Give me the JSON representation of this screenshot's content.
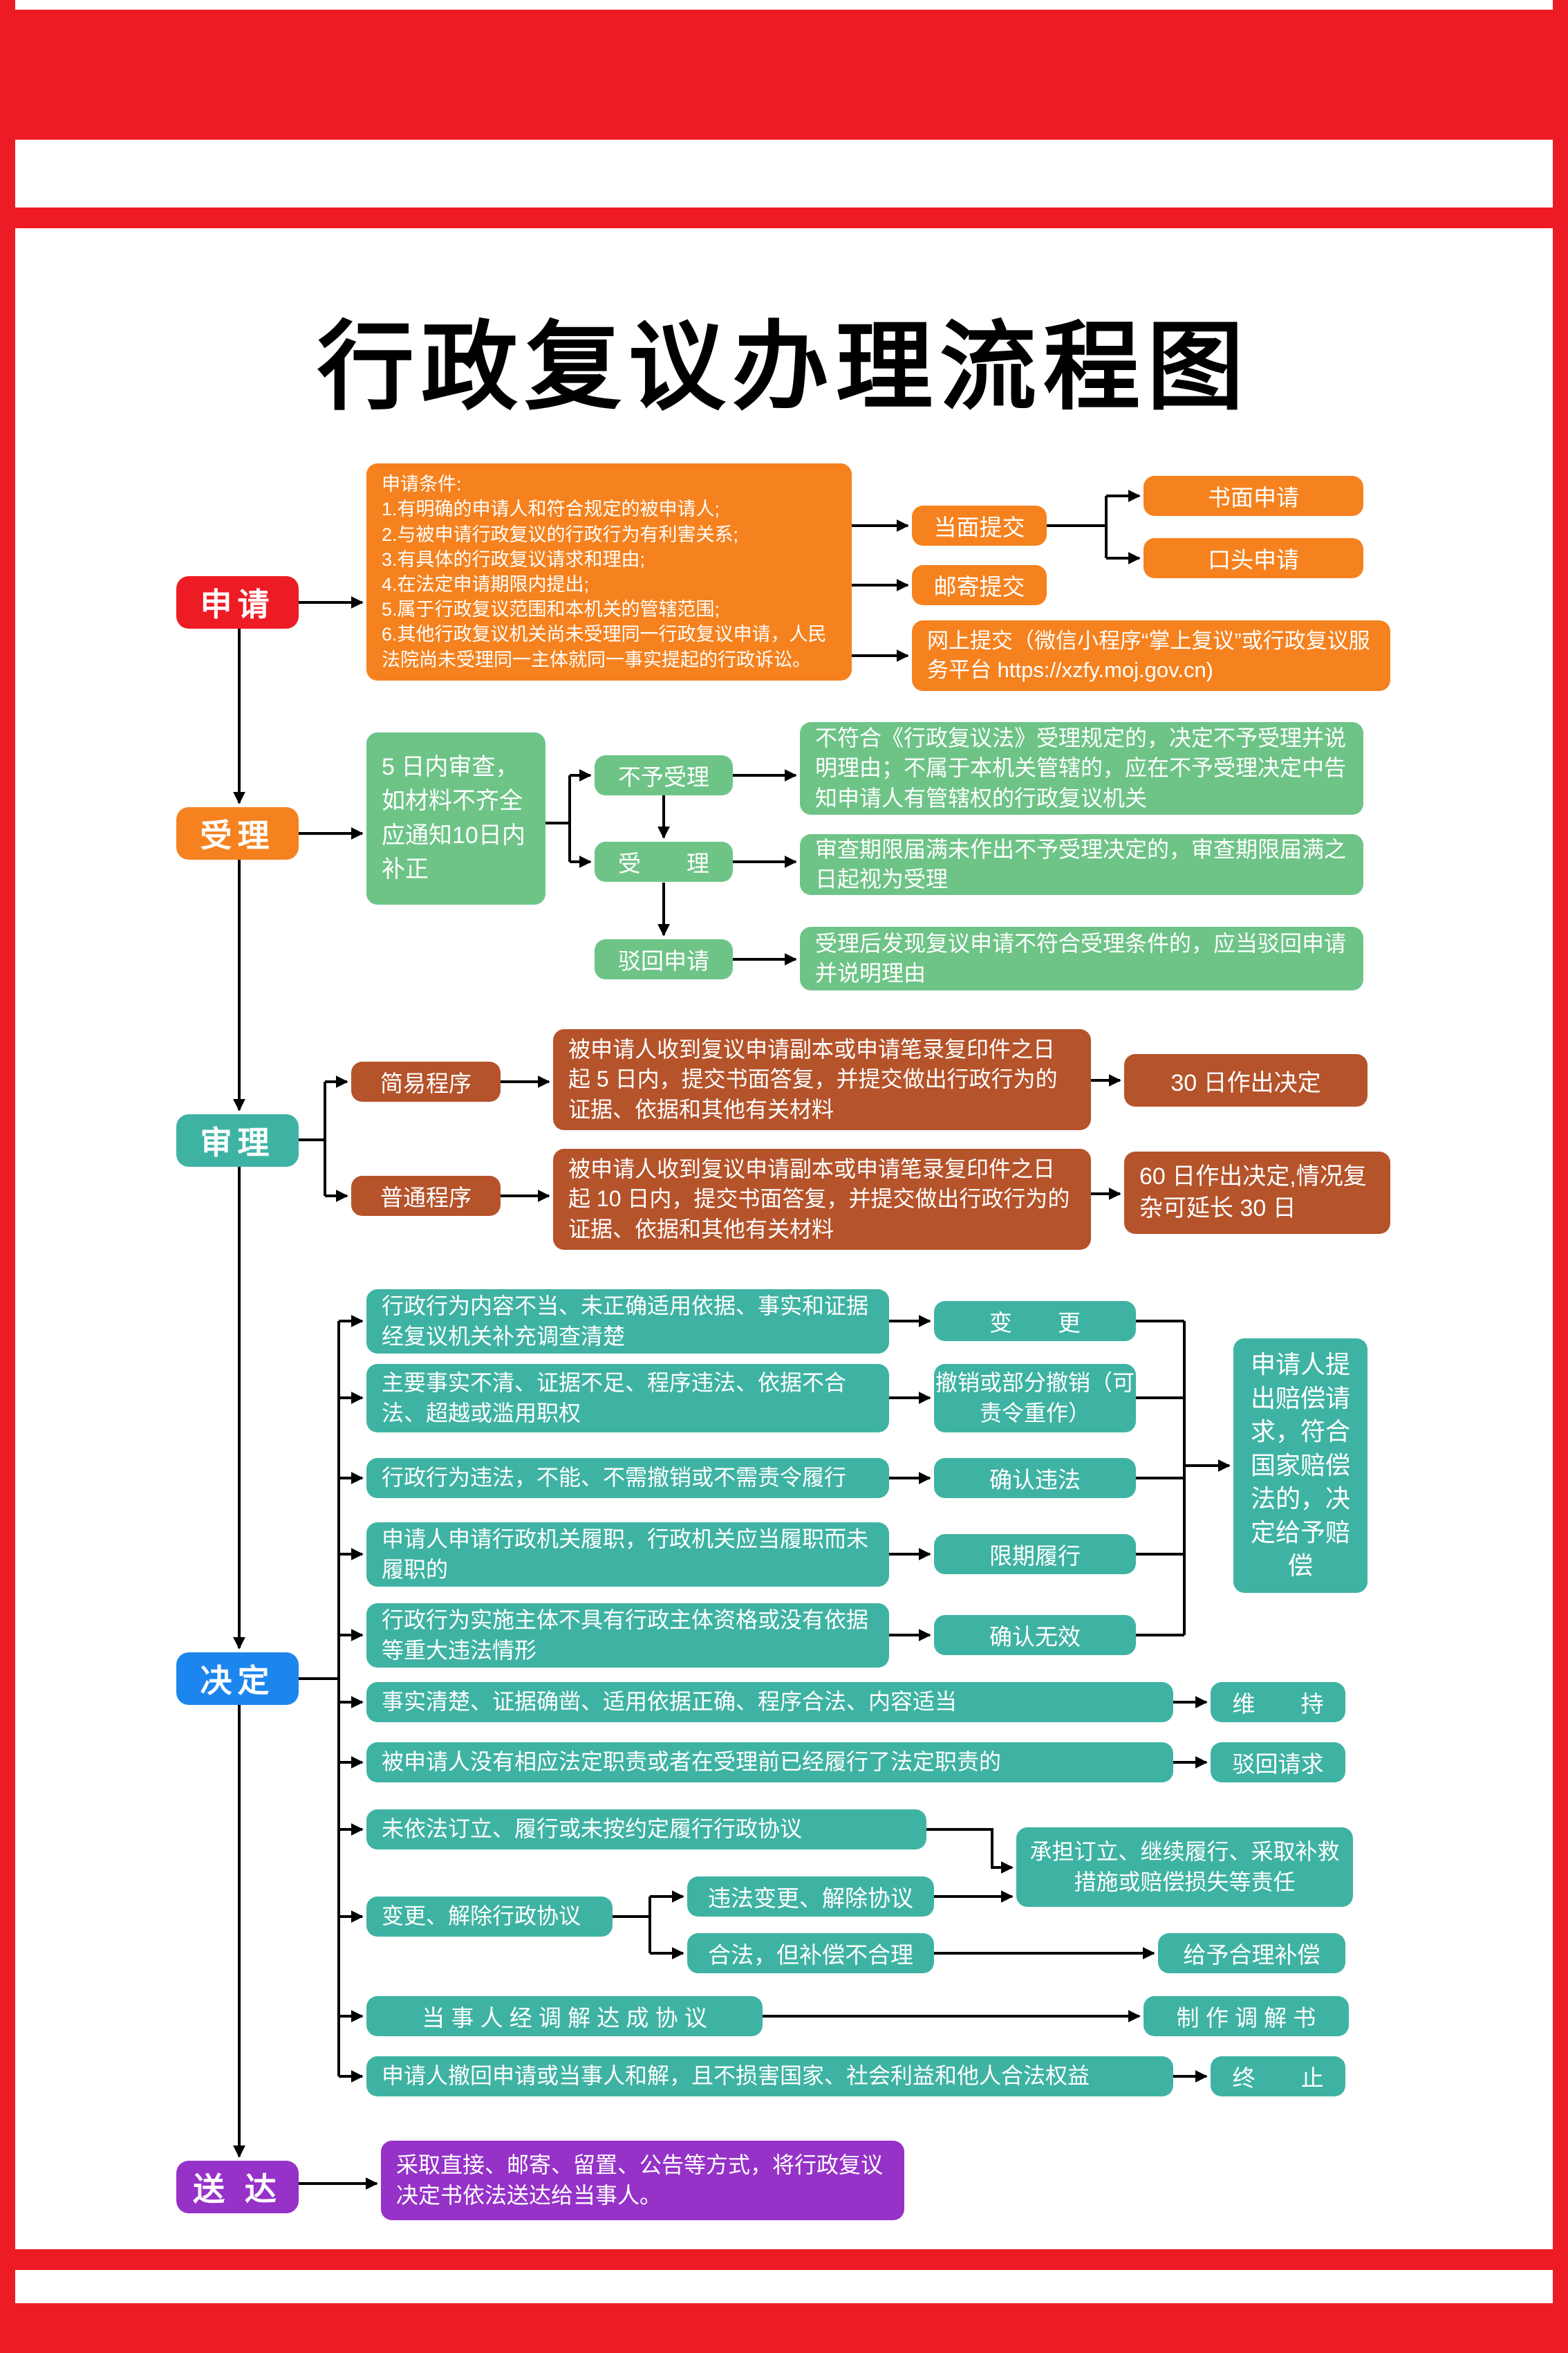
{
  "page": {
    "title": "行政复议办理流程图"
  },
  "colors": {
    "frame_red": "#ed1c24",
    "orange": "#f5821f",
    "green": "#6ec487",
    "teal": "#3fb3a3",
    "rust": "#b5532b",
    "blue": "#1d86ee",
    "purple": "#9632c8"
  },
  "stages": {
    "apply": "申请",
    "accept": "受理",
    "review": "审理",
    "decide": "决定",
    "deliver": "送 达"
  },
  "apply": {
    "conditions_title": "申请条件:",
    "conditions": [
      "1.有明确的申请人和符合规定的被申请人;",
      "2.与被申请行政复议的行政行为有利害关系;",
      "3.有具体的行政复议请求和理由;",
      "4.在法定申请期限内提出;",
      "5.属于行政复议范围和本机关的管辖范围;",
      "6.其他行政复议机关尚未受理同一行政复议申请，人民法院尚未受理同一主体就同一事实提起的行政诉讼。"
    ],
    "in_person": "当面提交",
    "by_mail": "邮寄提交",
    "online": "网上提交（微信小程序“掌上复议”或行政复议服务平台 https://xzfy.moj.gov.cn)",
    "written": "书面申请",
    "oral": "口头申请"
  },
  "accept": {
    "summary": "5 日内审查，如材料不齐全应通知10日内补正",
    "reject_label": "不予受理",
    "accept_label": "受　　理",
    "dismiss_label": "驳回申请",
    "reject_note": "不符合《行政复议法》受理规定的，决定不予受理并说明理由；不属于本机关管辖的，应在不予受理决定中告知申请人有管辖权的行政复议机关",
    "accept_note": "审查期限届满未作出不予受理决定的，审查期限届满之日起视为受理",
    "dismiss_note": "受理后发现复议申请不符合受理条件的，应当驳回申请并说明理由"
  },
  "review": {
    "simple_label": "简易程序",
    "normal_label": "普通程序",
    "simple_note": "被申请人收到复议申请副本或申请笔录复印件之日起 5 日内，提交书面答复，并提交做出行政行为的证据、依据和其他有关材料",
    "normal_note": "被申请人收到复议申请副本或申请笔录复印件之日起 10 日内，提交书面答复，并提交做出行政行为的证据、依据和其他有关材料",
    "simple_deadline": "30 日作出决定",
    "normal_deadline": "60 日作出决定,情况复杂可延长 30 日"
  },
  "decide": {
    "rows": [
      {
        "cond": "行政行为内容不当、未正确适用依据、事实和证据经复议机关补充调查清楚",
        "result": "变　　更"
      },
      {
        "cond": "主要事实不清、证据不足、程序违法、依据不合法、超越或滥用职权",
        "result": "撤销或部分撤销（可责令重作）"
      },
      {
        "cond": "行政行为违法，不能、不需撤销或不需责令履行",
        "result": "确认违法"
      },
      {
        "cond": "申请人申请行政机关履职，行政机关应当履职而未履职的",
        "result": "限期履行"
      },
      {
        "cond": "行政行为实施主体不具有行政主体资格或没有依据等重大违法情形",
        "result": "确认无效"
      }
    ],
    "compensation": "申请人提出赔偿请求，符合国家赔偿法的，决定给予赔偿",
    "maintain_cond": "事实清楚、证据确凿、适用依据正确、程序合法、内容适当",
    "maintain": "维　　持",
    "dismiss_cond": "被申请人没有相应法定职责或者在受理前已经履行了法定职责的",
    "dismiss": "驳回请求",
    "agreement_cond": "未依法订立、履行或未按约定履行行政协议",
    "agreement_change": "变更、解除行政协议",
    "illegal_change": "违法变更、解除协议",
    "legal_change": "合法，但补偿不合理",
    "assume_duty": "承担订立、继续履行、采取补救措施或赔偿损失等责任",
    "fair_comp": "给予合理补偿",
    "mediation": "当 事 人 经 调 解 达 成 协 议",
    "mediation_result": "制 作 调 解 书",
    "withdraw": "申请人撤回申请或当事人和解，且不损害国家、社会利益和他人合法权益",
    "terminate": "终　　止"
  },
  "deliver": {
    "note": "采取直接、邮寄、留置、公告等方式，将行政复议决定书依法送达给当事人。"
  }
}
